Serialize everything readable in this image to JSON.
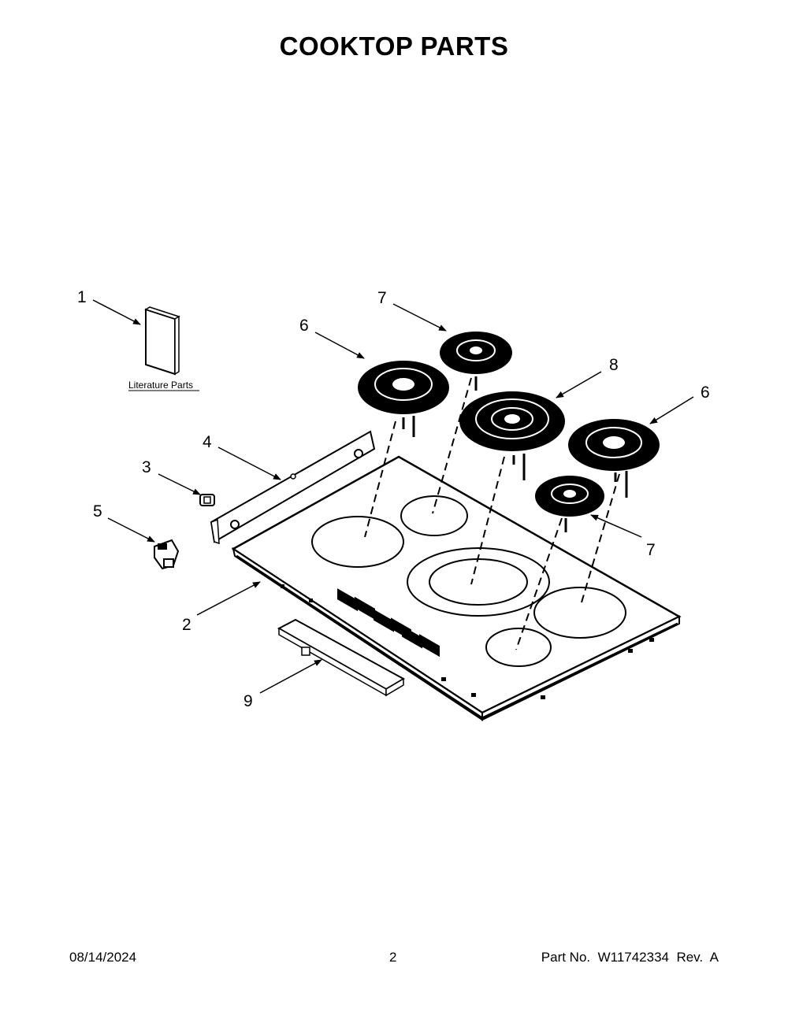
{
  "page": {
    "title": "COOKTOP PARTS",
    "footer": {
      "date": "08/14/2024",
      "page_number": "2",
      "part_number": "Part No.  W11742334  Rev.  A"
    }
  },
  "literature_label": "Literature Parts",
  "callouts": [
    "1",
    "2",
    "3",
    "4",
    "5",
    "6",
    "6",
    "7",
    "7",
    "8",
    "9"
  ]
}
